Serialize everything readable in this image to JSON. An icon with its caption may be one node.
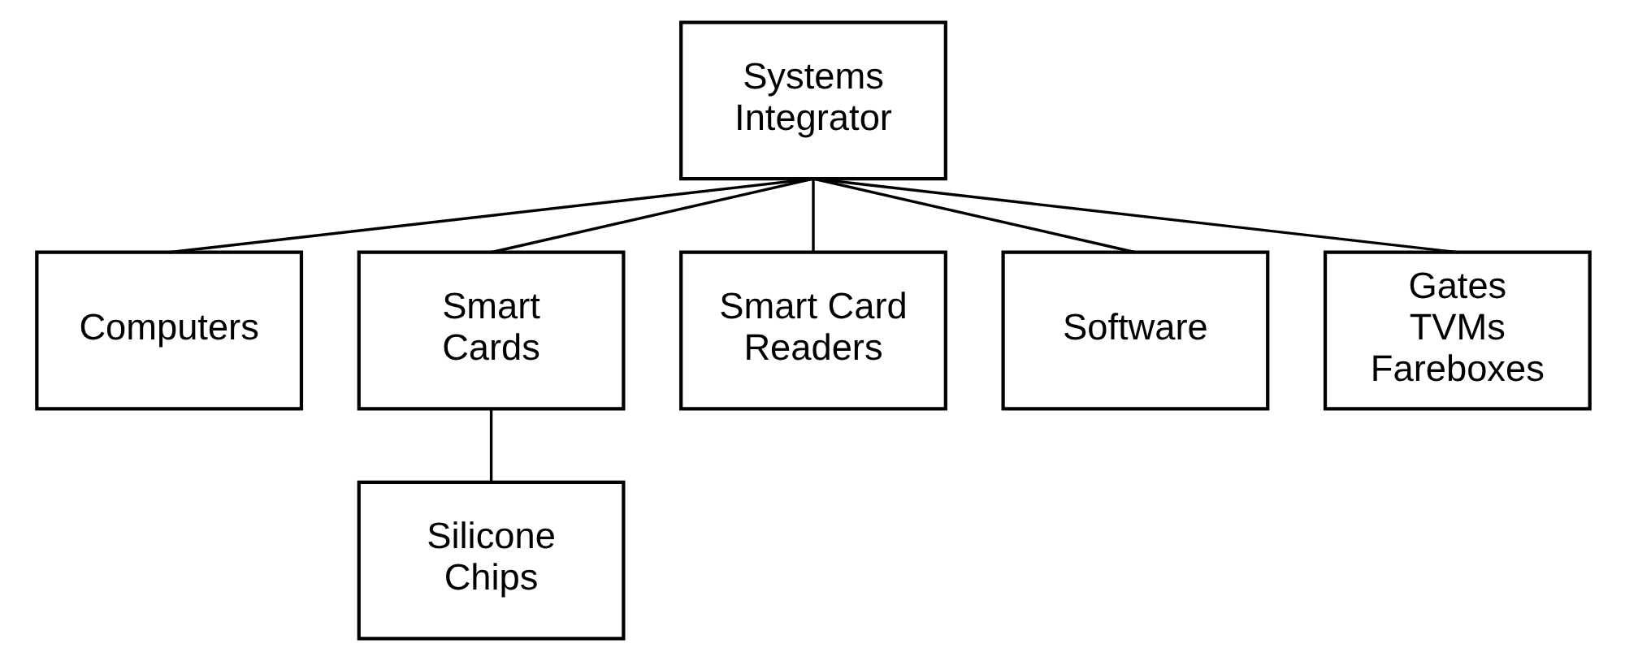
{
  "diagram": {
    "nodes": [
      {
        "text": [
          "Systems Integrator"
        ]
      },
      {
        "text": [
          "Computers"
        ]
      },
      {
        "text": [
          "Smart Cards"
        ]
      },
      {
        "text": [
          "Smart Card Readers"
        ]
      },
      {
        "text": [
          "Software"
        ]
      },
      {
        "text": [
          "Gates TVMs Fareboxes"
        ]
      },
      {
        "text": [
          "Silicone Chips"
        ]
      }
    ],
    "edges": [
      {
        "from": 0,
        "to": 1,
        "arrow": "none"
      },
      {
        "from": 0,
        "to": 2,
        "arrow": "none"
      },
      {
        "from": 0,
        "to": 3,
        "arrow": "none"
      },
      {
        "from": 0,
        "to": 4,
        "arrow": "none"
      },
      {
        "from": 0,
        "to": 5,
        "arrow": "none"
      },
      {
        "from": 2,
        "to": 6,
        "arrow": "none"
      }
    ]
  }
}
